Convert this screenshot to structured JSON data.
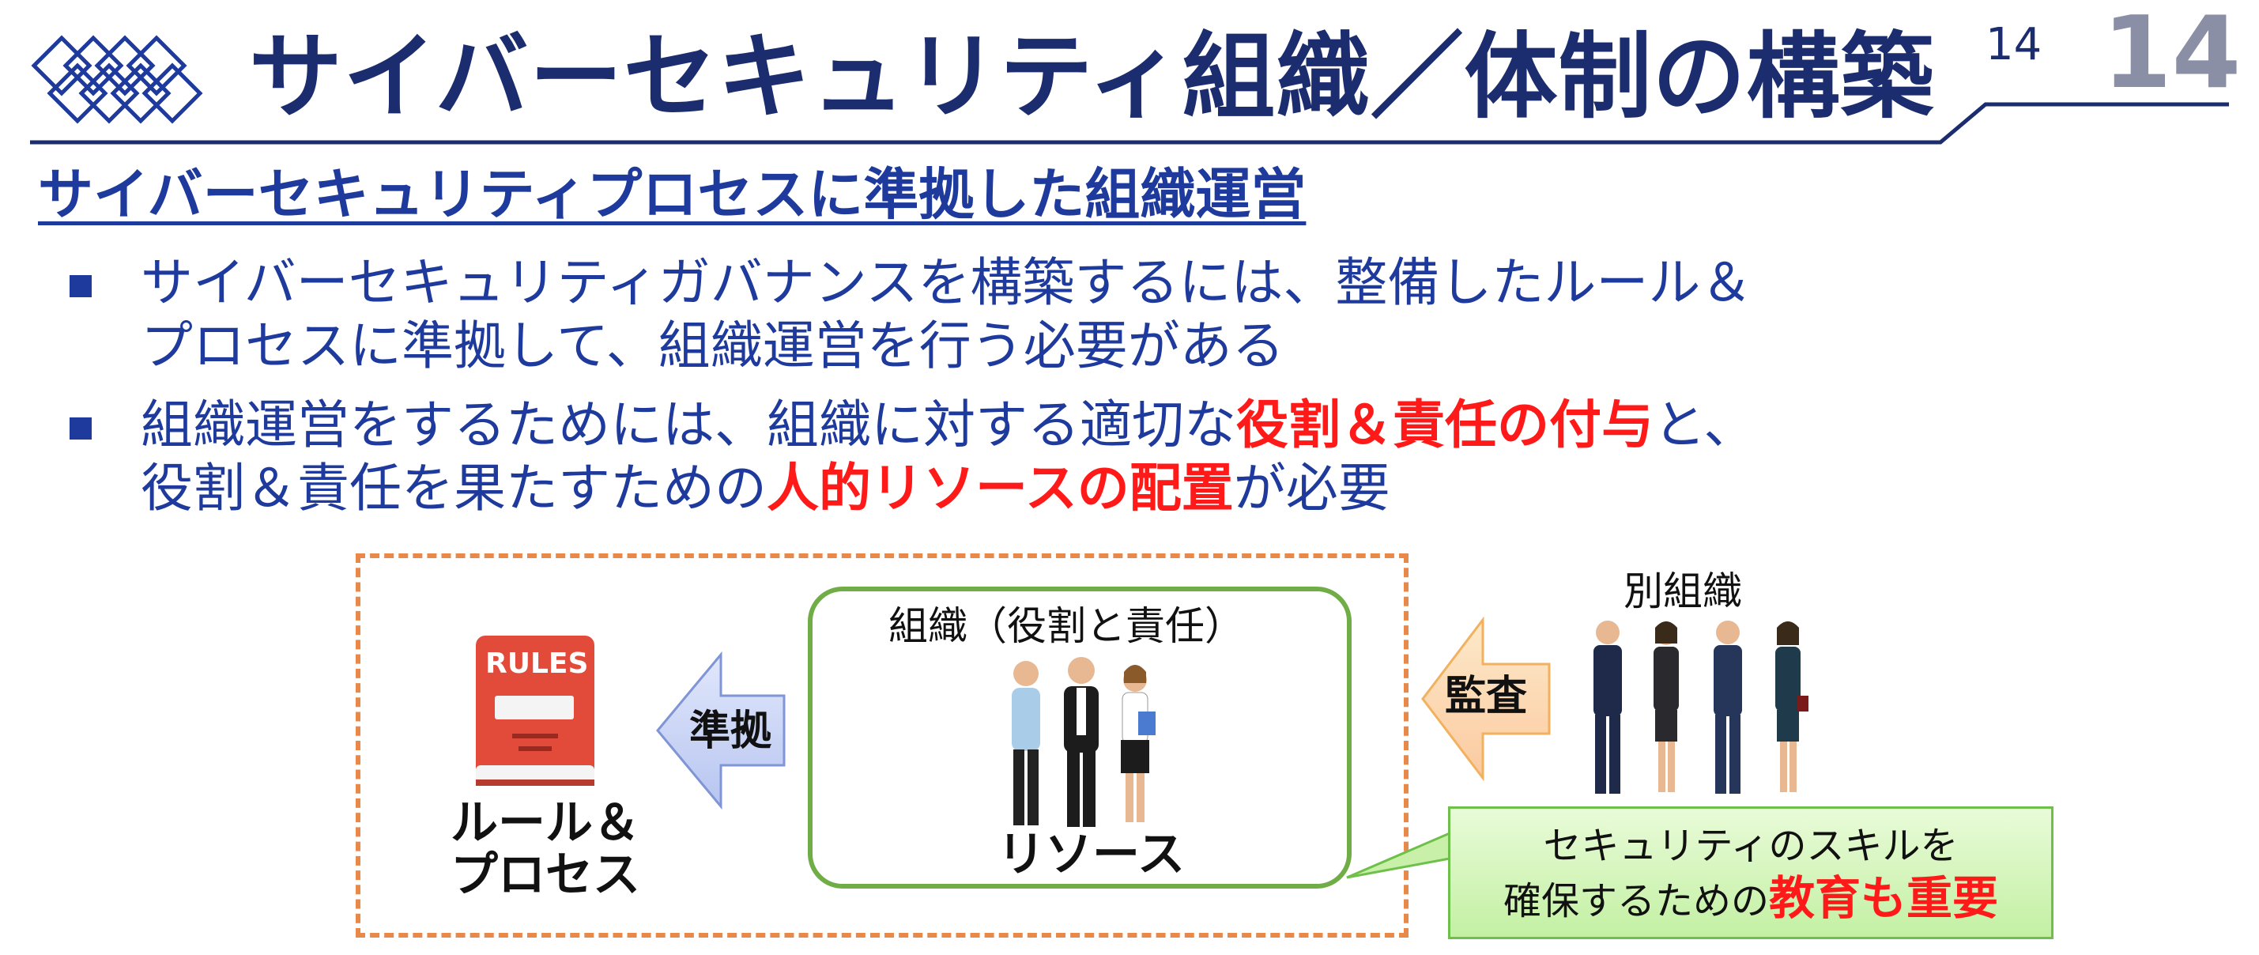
{
  "slide": {
    "title": "サイバーセキュリティ組織／体制の構築",
    "page_number_small": "14",
    "page_number_large": "14"
  },
  "subtitle": "サイバーセキュリティプロセスに準拠した組織運営",
  "bullets": [
    {
      "line1": "サイバーセキュリティガバナンスを構築するには、整備したルール＆",
      "line2": "プロセスに準拠して、組織運営を行う必要がある"
    },
    {
      "line1_pre": "組織運営をするためには、組織に対する適切な",
      "line1_em": "役割＆責任の付与",
      "line1_post": "と、",
      "line2_pre": "役割＆責任を果たすための",
      "line2_em": "人的リソースの配置",
      "line2_post": "が必要"
    }
  ],
  "diagram": {
    "rules_book_label": "RULES",
    "rules_caption_line1": "ルール＆",
    "rules_caption_line2": "プロセス",
    "comply_arrow_label": "準拠",
    "org_box_title": "組織（役割と責任）",
    "org_box_caption": "リソース",
    "audit_arrow_label": "監査",
    "other_org_label": "別組織",
    "callout_line1": "セキュリティのスキルを",
    "callout_line2_pre": "確保するための",
    "callout_line2_em": "教育も重要"
  },
  "colors": {
    "title_navy": "#1b2d6e",
    "body_blue": "#1e3a9c",
    "emphasis_red": "#ff1a1a",
    "dashed_orange": "#e8894a",
    "org_green": "#70ad47"
  }
}
